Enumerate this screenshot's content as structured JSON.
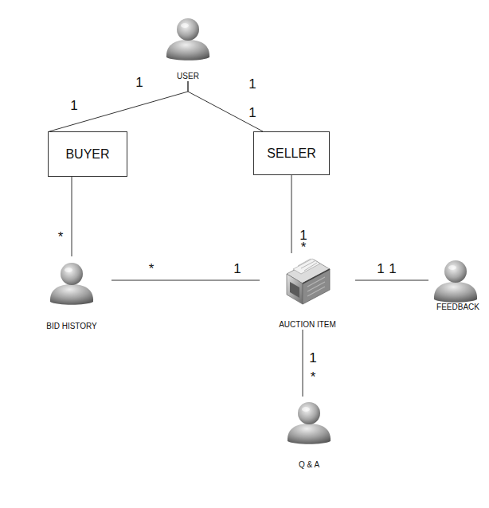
{
  "diagram": {
    "nodes": [
      {
        "text": [
          "USER"
        ]
      },
      {
        "text": [
          "BUYER"
        ]
      },
      {
        "text": [
          "SELLER"
        ]
      },
      {
        "text": [
          "BID HISTORY"
        ]
      },
      {
        "text": [
          "AUCTION ITEM"
        ]
      },
      {
        "text": [
          "FEEDBACK"
        ]
      },
      {
        "text": [
          "Q & A"
        ]
      }
    ],
    "edges": [
      {
        "from": 0,
        "to": 1,
        "arrow": "none"
      },
      {
        "from": 0,
        "to": 2,
        "arrow": "none"
      },
      {
        "from": 1,
        "to": 3,
        "arrow": "none"
      },
      {
        "from": 2,
        "to": 4,
        "arrow": "none"
      },
      {
        "from": 3,
        "to": 4,
        "arrow": "none"
      },
      {
        "from": 4,
        "to": 5,
        "arrow": "none"
      },
      {
        "from": 4,
        "to": 6,
        "arrow": "none"
      }
    ],
    "labels": [
      "1",
      "1",
      "1",
      "1",
      "*",
      "1",
      "*",
      "*",
      "1",
      "1",
      "1",
      "1",
      "*"
    ]
  }
}
